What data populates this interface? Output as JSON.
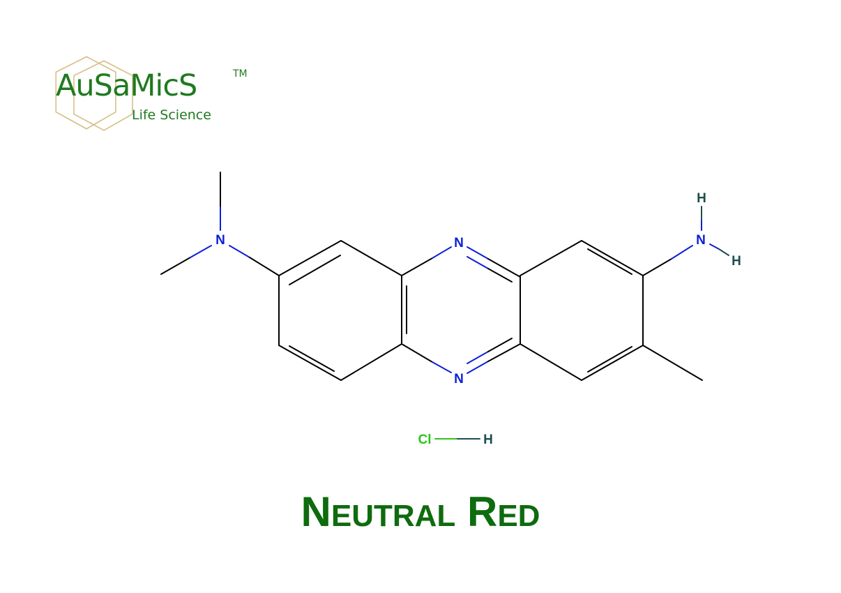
{
  "logo": {
    "name": "AuSaMicS",
    "trademark": "TM",
    "subtitle": "Life Science",
    "colors": {
      "text": "#1f7a1f",
      "hexagon": "#d8c08a"
    }
  },
  "structure": {
    "compound": "Neutral Red",
    "atoms": {
      "n_dimethyl": "N",
      "n_ring_top": "N",
      "n_ring_bottom": "N",
      "n_amine": "N",
      "h_amine_top": "H",
      "h_amine_right": "H",
      "cl": "Cl",
      "h_hcl": "H"
    },
    "colors": {
      "bond": "#000000",
      "nitrogen": "#0a1fd6",
      "hydrogen": "#1e4d4d",
      "chlorine": "#2ec41c"
    }
  },
  "title": {
    "first_initial": "N",
    "first_rest": "EUTRAL",
    "second_initial": "R",
    "second_rest": "ED",
    "color": "#0e6b0e"
  }
}
